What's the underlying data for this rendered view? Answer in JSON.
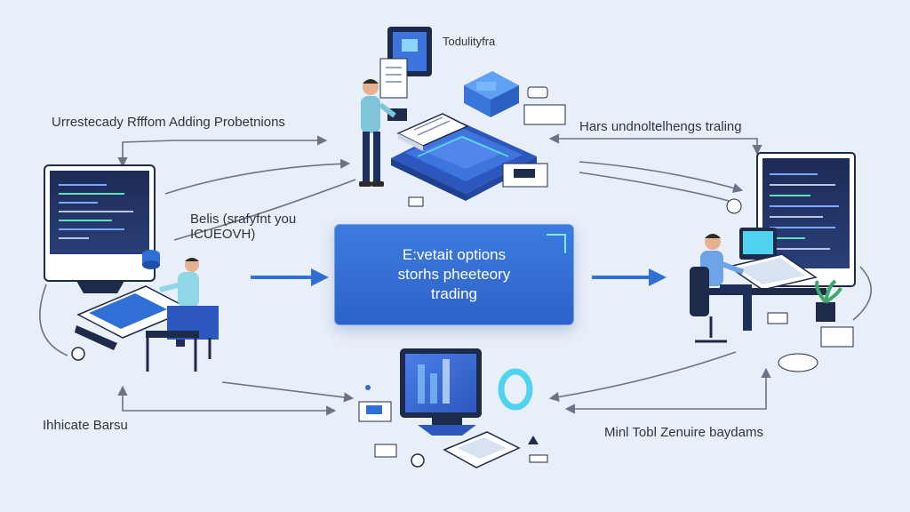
{
  "labels": {
    "top_left": "Urrestecady Rfffom Adding Probetnions",
    "top_right": "Hars undnoltelhengs traling",
    "left_mid_1": "Belis (srafyfnt you",
    "left_mid_2": "ICUEOVH)",
    "bottom_left": "Ihhicate Barsu",
    "bottom_right": "Minl Tobl Zenuire baydams",
    "top_device": "Todulityfra"
  },
  "center": {
    "line1": "E:vetait options",
    "line2": "storhs pheeteory",
    "line3": "trading"
  },
  "colors": {
    "background": "#e9eff8",
    "accent_blue": "#2d62c8",
    "arrow_blue": "#2f6fd6",
    "arrow_gray": "#6b7486",
    "dark_navy": "#1e2a4a",
    "cyan": "#4fd3f0"
  },
  "icons": [
    "monitor-icon",
    "person-icon",
    "cube-icon",
    "chart-icon",
    "plant-icon",
    "gear-icon",
    "chair-icon"
  ]
}
